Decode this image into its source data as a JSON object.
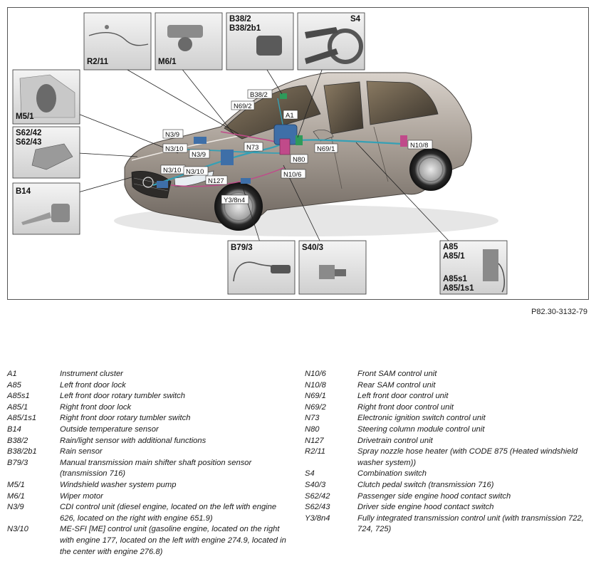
{
  "reference_code": "P82.30-3132-79",
  "callouts": {
    "r2_11": "R2/11",
    "m6_1": "M6/1",
    "b38_2": "B38/2",
    "b38_2b1": "B38/2b1",
    "s4": "S4",
    "m5_1": "M5/1",
    "s62_42": "S62/42",
    "s62_43": "S62/43",
    "b14": "B14",
    "b79_3": "B79/3",
    "s40_3": "S40/3",
    "a85": "A85",
    "a85_1": "A85/1",
    "a85s1": "A85s1",
    "a85_1s1": "A85/1s1"
  },
  "car_labels": {
    "b38_2": "B38/2",
    "n69_2": "N69/2",
    "a1": "A1",
    "n3_9_a": "N3/9",
    "n3_10_a": "N3/10",
    "n73": "N73",
    "n69_1": "N69/1",
    "n10_8": "N10/8",
    "n3_9_b": "N3/9",
    "n80": "N80",
    "n3_10_b": "N3/10",
    "n3_10_c": "N3/10",
    "n10_6": "N10/6",
    "n127": "N127",
    "y3_8n4": "Y3/8n4"
  },
  "legend_left": [
    {
      "code": "A1",
      "desc": "Instrument cluster"
    },
    {
      "code": "A85",
      "desc": "Left front door lock"
    },
    {
      "code": "A85s1",
      "desc": "Left front door rotary tumbler switch"
    },
    {
      "code": "A85/1",
      "desc": "Right front door lock"
    },
    {
      "code": "A85/1s1",
      "desc": "Right front door rotary tumbler switch"
    },
    {
      "code": "B14",
      "desc": "Outside temperature sensor"
    },
    {
      "code": "B38/2",
      "desc": "Rain/light sensor with additional functions"
    },
    {
      "code": "B38/2b1",
      "desc": "Rain sensor"
    },
    {
      "code": "B79/3",
      "desc": "Manual transmission main shifter shaft position sensor (transmission 716)"
    },
    {
      "code": "M5/1",
      "desc": "Windshield washer system pump"
    },
    {
      "code": "M6/1",
      "desc": "Wiper motor"
    },
    {
      "code": "N3/9",
      "desc": "CDI control unit (diesel engine, located on the left with engine 626, located on the right with engine 651.9)"
    },
    {
      "code": "N3/10",
      "desc": "ME-SFI [ME] control unit (gasoline engine, located on the right with engine 177, located on the left with engine 274.9, located in the center with engine 276.8)"
    }
  ],
  "legend_right": [
    {
      "code": "N10/6",
      "desc": "Front SAM control unit"
    },
    {
      "code": "N10/8",
      "desc": "Rear SAM control unit"
    },
    {
      "code": "N69/1",
      "desc": "Left front door control unit"
    },
    {
      "code": "N69/2",
      "desc": "Right front door control unit"
    },
    {
      "code": "N73",
      "desc": "Electronic ignition switch control unit"
    },
    {
      "code": "N80",
      "desc": "Steering column module control unit"
    },
    {
      "code": "N127",
      "desc": "Drivetrain control unit"
    },
    {
      "code": "R2/11",
      "desc": "Spray nozzle hose heater (with CODE 875 (Heated windshield washer system))"
    },
    {
      "code": "S4",
      "desc": "Combination switch"
    },
    {
      "code": "S40/3",
      "desc": "Clutch pedal switch (transmission 716)"
    },
    {
      "code": "S62/42",
      "desc": "Passenger side engine hood contact switch"
    },
    {
      "code": "S62/43",
      "desc": "Driver side engine hood contact switch"
    },
    {
      "code": "Y3/8n4",
      "desc": "Fully integrated transmission control unit (with transmission 722, 724, 725)"
    }
  ]
}
